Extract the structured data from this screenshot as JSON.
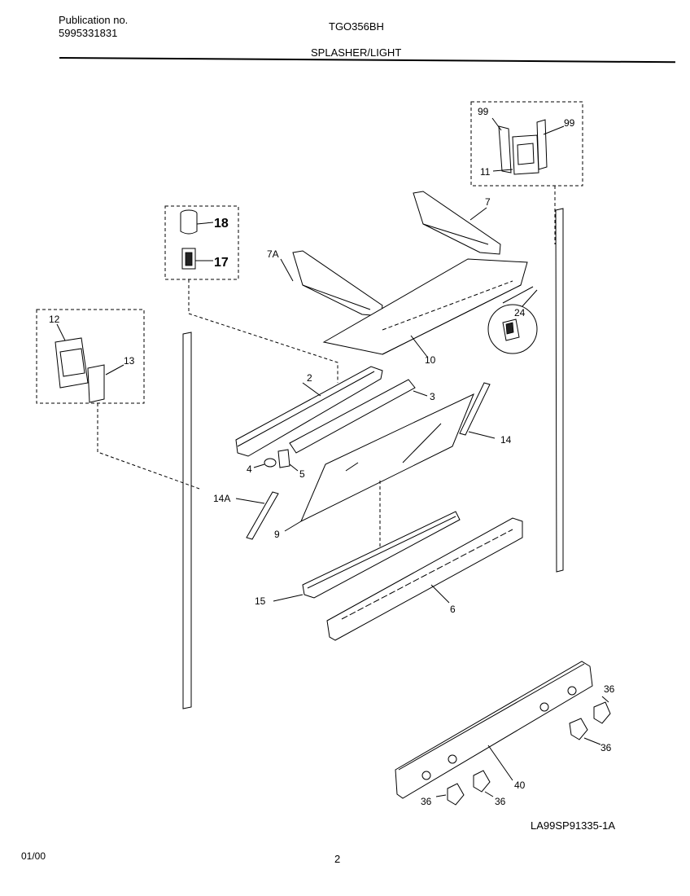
{
  "header": {
    "publication_label": "Publication no.",
    "publication_number": "5995331831",
    "model": "TGO356BH",
    "section_title": "SPLASHER/LIGHT"
  },
  "callouts": {
    "c99a": "99",
    "c99b": "99",
    "c11": "11",
    "c7": "7",
    "c7a": "7A",
    "c18": "18",
    "c17": "17",
    "c24": "24",
    "c10": "10",
    "c12": "12",
    "c13": "13",
    "c2": "2",
    "c3": "3",
    "c14": "14",
    "c4": "4",
    "c5": "5",
    "c14a": "14A",
    "c9": "9",
    "c15": "15",
    "c6": "6",
    "c36a": "36",
    "c36b": "36",
    "c36c": "36",
    "c36d": "36",
    "c40": "40"
  },
  "footer": {
    "drawing_number": "LA99SP91335-1A",
    "date": "01/00",
    "page_number": "2"
  }
}
